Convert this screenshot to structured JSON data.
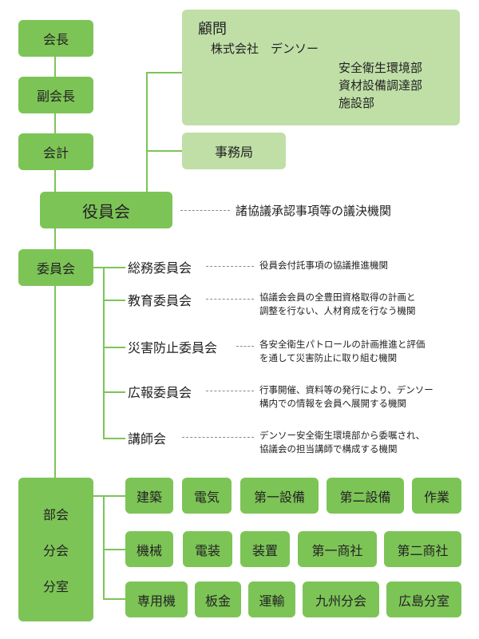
{
  "top": {
    "kaicho": "会長",
    "fukukaicho": "副会長",
    "kaikei": "会計",
    "yakuinkai": "役員会",
    "yakuinkai_desc": "諸協議承認事項等の議決機関"
  },
  "advisor": {
    "title": "顧問",
    "company": "株式会社　デンソー",
    "depts": [
      "安全衛生環境部",
      "資材設備調達部",
      "施設部"
    ]
  },
  "jimukyoku": "事務局",
  "iinkai": {
    "label": "委員会",
    "committees": [
      {
        "name": "総務委員会",
        "desc": [
          "役員会付託事項の協議推進機関"
        ]
      },
      {
        "name": "教育委員会",
        "desc": [
          "協議会会員の全豊田資格取得の計画と",
          "調整を行ない、人材育成を行なう機関"
        ]
      },
      {
        "name": "災害防止委員会",
        "desc": [
          "各安全衛生パトロールの計画推進と評価",
          "を通して災害防止に取り組む機関"
        ]
      },
      {
        "name": "広報委員会",
        "desc": [
          "行事開催、資料等の発行により、デンソー",
          "構内での情報を会員へ展開する機関"
        ]
      },
      {
        "name": "講師会",
        "desc": [
          "デンソー安全衛生環境部から委嘱され、",
          "協議会の担当講師で構成する機関"
        ]
      }
    ]
  },
  "bukai": {
    "labels": [
      "部会",
      "分会",
      "分室"
    ],
    "rows": [
      [
        "建築",
        "電気",
        "第一設備",
        "第二設備",
        "作業"
      ],
      [
        "機械",
        "電装",
        "装置",
        "第一商社",
        "第二商社"
      ],
      [
        "専用機",
        "板金",
        "運輸",
        "九州分会",
        "広島分室"
      ]
    ]
  },
  "colors": {
    "dark_green": "#7dc457",
    "light_green": "#bfdfa7",
    "line": "#7dc457"
  }
}
